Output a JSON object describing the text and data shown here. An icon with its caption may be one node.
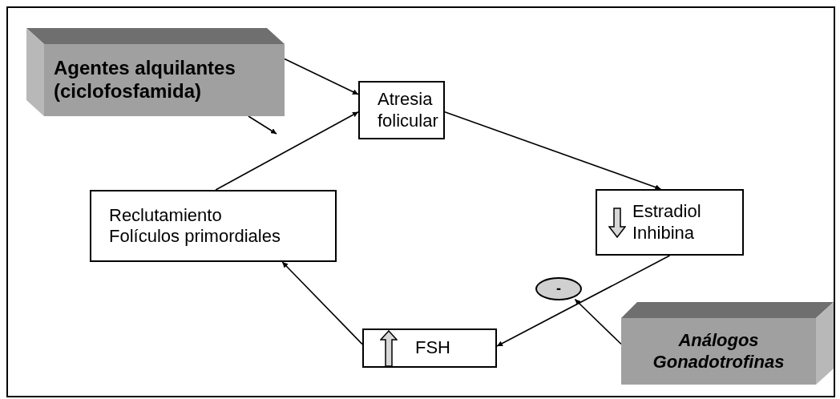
{
  "diagram": {
    "nodes": [
      {
        "text": [
          "Agentes alquilantes",
          "(ciclofosfamida)"
        ]
      },
      {
        "text": [
          "Atresia folicular"
        ]
      },
      {
        "text": [
          "Reclutamiento",
          "Folículos primordiales"
        ]
      },
      {
        "text": [
          "Estradiol",
          "Inhibina"
        ]
      },
      {
        "text": [
          "FSH"
        ]
      },
      {
        "text": [
          "Análogos Gonadotrofinas"
        ]
      },
      {
        "text": [
          "-"
        ]
      }
    ],
    "edges": [
      {
        "from": 0,
        "to": 1,
        "arrow": "to"
      },
      {
        "from": 0,
        "to": null,
        "arrow": "to"
      },
      {
        "from": 2,
        "to": 1,
        "arrow": "to"
      },
      {
        "from": 1,
        "to": 3,
        "arrow": "to"
      },
      {
        "from": 3,
        "to": 4,
        "arrow": "to"
      },
      {
        "from": 4,
        "to": 2,
        "arrow": "to"
      },
      {
        "from": 5,
        "to": 6,
        "arrow": "to"
      }
    ]
  }
}
